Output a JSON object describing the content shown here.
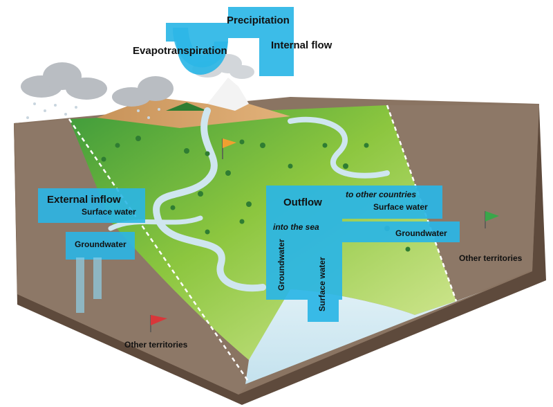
{
  "labels": {
    "precipitation": "Precipitation",
    "evapotranspiration": "Evapotranspiration",
    "internal_flow": "Internal flow",
    "external_inflow": "External inflow",
    "ext_surface_water": "Surface water",
    "ext_groundwater": "Groundwater",
    "outflow": "Outflow",
    "to_other_countries": "to other countries",
    "out_surface_water": "Surface water",
    "into_the_sea": "into the sea",
    "out_groundwater_right": "Groundwater",
    "sea_groundwater": "Groundwater",
    "sea_surface_water": "Surface water",
    "other_territories_right": "Other territories",
    "other_territories_left": "Other territories"
  },
  "colors": {
    "flow_arrow": "#2bb6e6",
    "land_green": "#8cc63f",
    "land_dark_green": "#3c9a3a",
    "river": "#cfe6ef",
    "earth": "#8a7462",
    "earth_dark": "#5e4a3c",
    "flag_orange": "#f0a030",
    "flag_red": "#d8373a",
    "flag_green": "#3aa64a"
  }
}
